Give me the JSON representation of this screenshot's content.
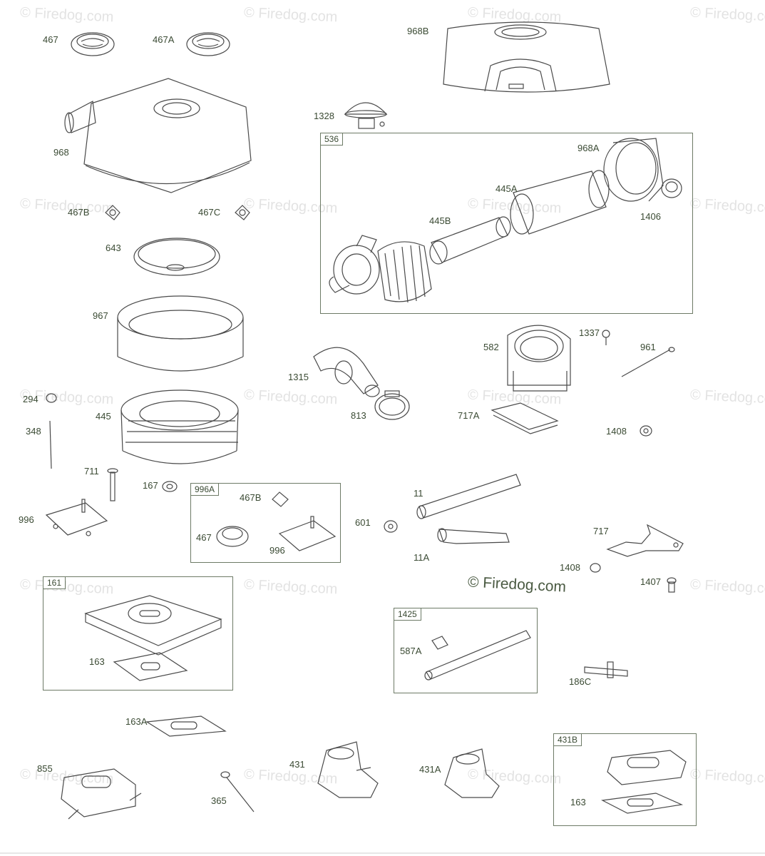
{
  "watermark": {
    "text": "© Firedog.com"
  },
  "watermark_main": {
    "text": "© Firedog.com"
  },
  "kits": [
    {
      "id": "k536",
      "tag": "536"
    },
    {
      "id": "k996A",
      "tag": "996A"
    },
    {
      "id": "k161",
      "tag": "161"
    },
    {
      "id": "k1425",
      "tag": "1425"
    },
    {
      "id": "k431B",
      "tag": "431B"
    }
  ],
  "parts": [
    {
      "id": "p467",
      "label": "467"
    },
    {
      "id": "p467A",
      "label": "467A"
    },
    {
      "id": "p968B",
      "label": "968B"
    },
    {
      "id": "p1328",
      "label": "1328"
    },
    {
      "id": "p968",
      "label": "968"
    },
    {
      "id": "p968A",
      "label": "968A"
    },
    {
      "id": "p445A",
      "label": "445A"
    },
    {
      "id": "p445B",
      "label": "445B"
    },
    {
      "id": "p1406",
      "label": "1406"
    },
    {
      "id": "p467B",
      "label": "467B"
    },
    {
      "id": "p467C",
      "label": "467C"
    },
    {
      "id": "p643",
      "label": "643"
    },
    {
      "id": "p967",
      "label": "967"
    },
    {
      "id": "p582",
      "label": "582"
    },
    {
      "id": "p1337",
      "label": "1337"
    },
    {
      "id": "p961",
      "label": "961"
    },
    {
      "id": "p1315",
      "label": "1315"
    },
    {
      "id": "p294",
      "label": "294"
    },
    {
      "id": "p445",
      "label": "445"
    },
    {
      "id": "p813",
      "label": "813"
    },
    {
      "id": "p717A",
      "label": "717A"
    },
    {
      "id": "p1408a",
      "label": "1408"
    },
    {
      "id": "p348",
      "label": "348"
    },
    {
      "id": "p711",
      "label": "711"
    },
    {
      "id": "p167",
      "label": "167"
    },
    {
      "id": "p467B2",
      "label": "467B"
    },
    {
      "id": "p11",
      "label": "11"
    },
    {
      "id": "p996",
      "label": "996"
    },
    {
      "id": "p4672",
      "label": "467"
    },
    {
      "id": "p9962",
      "label": "996"
    },
    {
      "id": "p601",
      "label": "601"
    },
    {
      "id": "p717",
      "label": "717"
    },
    {
      "id": "p11A",
      "label": "11A"
    },
    {
      "id": "p1408b",
      "label": "1408"
    },
    {
      "id": "p1407",
      "label": "1407"
    },
    {
      "id": "p587A",
      "label": "587A"
    },
    {
      "id": "p163",
      "label": "163"
    },
    {
      "id": "p186C",
      "label": "186C"
    },
    {
      "id": "p163A",
      "label": "163A"
    },
    {
      "id": "p855",
      "label": "855"
    },
    {
      "id": "p431",
      "label": "431"
    },
    {
      "id": "p431A",
      "label": "431A"
    },
    {
      "id": "p365",
      "label": "365"
    },
    {
      "id": "p1632",
      "label": "163"
    }
  ]
}
